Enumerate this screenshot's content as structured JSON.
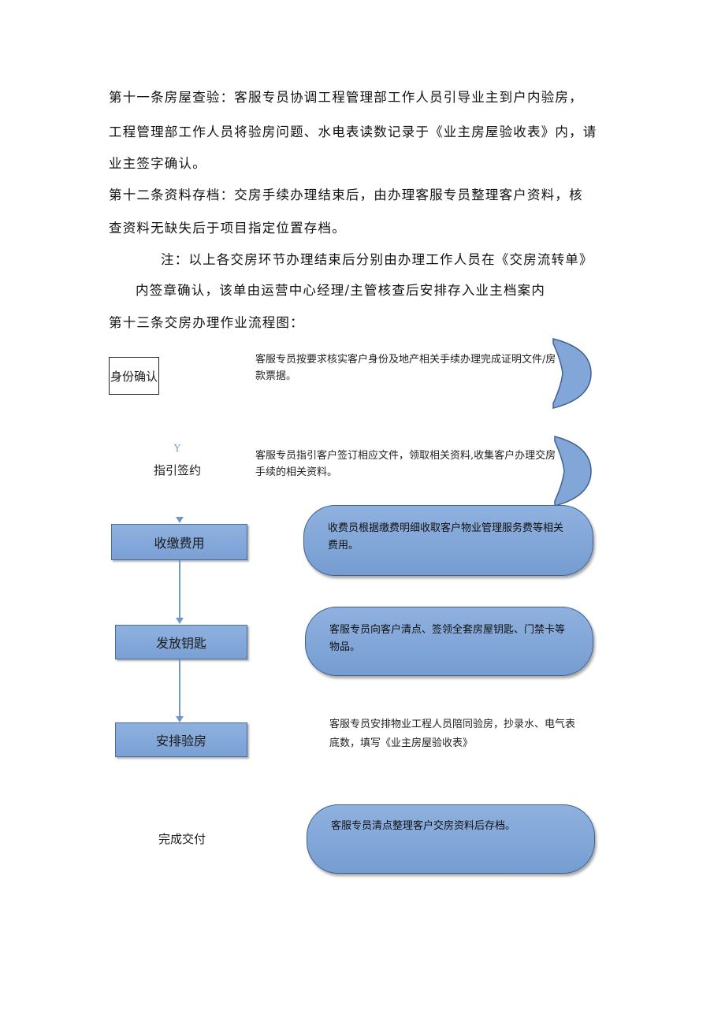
{
  "paragraphs": [
    "第十一条房屋查验：客服专员协调工程管理部工作人员引导业主到户内验房，",
    "工程管理部工作人员将验房问题、水电表读数记录于《业主房屋验收表》内，请",
    "业主签字确认。",
    "第十二条资料存档：交房手续办理结束后，由办理客服专员整理客户资料，核",
    "查资料无缺失后于项目指定位置存档。",
    "注：以上各交房环节办理结束后分别由办理工作人员在《交房流转单》",
    "内签章确认，该单由运营中心经理/主管核查后安排存入业主档案内",
    "第十三条交房办理作业流程图："
  ],
  "flow": {
    "steps": [
      "身份确认",
      "指引签约",
      "收缴费用",
      "发放钥匙",
      "安排验房",
      "完成交付"
    ],
    "stray_mark": "Y",
    "descriptions": [
      "客服专员按要求核实客户身份及地产相关手续办理完成证明文件/房款票据。",
      "客服专员指引客户签订相应文件，领取相关资料,收集客户办理交房手续的相关资料。",
      "收费员根据缴费明细收取客户物业管理服务费等相关费用。",
      "客服专员向客户清点、签领全套房屋钥匙、门禁卡等物品。",
      "客服专员安排物业工程人员陪同验房，抄录水、电气表底数，填写《业主房屋验收表》",
      "客服专员清点整理客户交房资料后存档。"
    ]
  },
  "colors": {
    "box_fill": "#7aa0d4",
    "box_border": "#4a6c9c",
    "arrow": "#6f97cf"
  }
}
